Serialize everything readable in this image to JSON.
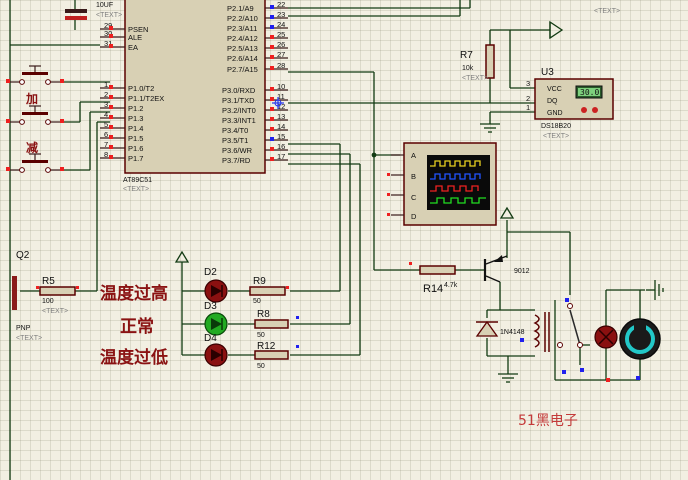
{
  "mcu": {
    "name": "AT89C51",
    "placeholder": "<TEXT>",
    "left_pins": [
      {
        "num": "29",
        "label": "PSEN"
      },
      {
        "num": "30",
        "label": "ALE"
      },
      {
        "num": "31",
        "label": "EA"
      },
      {
        "num": "1",
        "label": "P1.0/T2"
      },
      {
        "num": "2",
        "label": "P1.1/T2EX"
      },
      {
        "num": "3",
        "label": "P1.2"
      },
      {
        "num": "4",
        "label": "P1.3"
      },
      {
        "num": "5",
        "label": "P1.4"
      },
      {
        "num": "6",
        "label": "P1.5"
      },
      {
        "num": "7",
        "label": "P1.6"
      },
      {
        "num": "8",
        "label": "P1.7"
      }
    ],
    "right_pins_top": [
      {
        "num": "22",
        "label": "P2.1/A9"
      },
      {
        "num": "23",
        "label": "P2.2/A10"
      },
      {
        "num": "24",
        "label": "P2.3/A11"
      },
      {
        "num": "25",
        "label": "P2.4/A12"
      },
      {
        "num": "26",
        "label": "P2.5/A13"
      },
      {
        "num": "27",
        "label": "P2.6/A14"
      },
      {
        "num": "28",
        "label": "P2.7/A15"
      }
    ],
    "right_pins_bottom": [
      {
        "num": "10",
        "label": "P3.0/RXD"
      },
      {
        "num": "11",
        "label": "P3.1/TXD"
      },
      {
        "num": "12",
        "label": "P3.2/INT0"
      },
      {
        "num": "13",
        "label": "P3.3/INT1"
      },
      {
        "num": "14",
        "label": "P3.4/T0"
      },
      {
        "num": "15",
        "label": "P3.5/T1"
      },
      {
        "num": "16",
        "label": "P3.6/WR"
      },
      {
        "num": "17",
        "label": "P3.7/RD"
      }
    ]
  },
  "capacitor": {
    "value": "10UF",
    "placeholder": "<TEXT>"
  },
  "buttons": {
    "add": "加",
    "sub": "减"
  },
  "q2": {
    "name": "Q2",
    "type": "PNP",
    "placeholder": "<TEXT>"
  },
  "r5": {
    "name": "R5",
    "value": "100",
    "placeholder": "<TEXT>"
  },
  "r7": {
    "name": "R7",
    "value": "10k",
    "placeholder": "<TEXT>"
  },
  "u3": {
    "name": "U3",
    "part": "DS18B20",
    "placeholder": "<TEXT>",
    "pins": [
      {
        "num": "3",
        "label": "VCC"
      },
      {
        "num": "2",
        "label": "DQ"
      },
      {
        "num": "1",
        "label": "GND"
      }
    ],
    "display": "30.0"
  },
  "scope": {
    "channels": [
      "A",
      "B",
      "C",
      "D"
    ]
  },
  "leds": [
    {
      "name": "D2",
      "text": "温度过高",
      "resistor": "R9",
      "rvalue": "50",
      "color": "#cc1a1a"
    },
    {
      "name": "D3",
      "text": "正常",
      "resistor": "R8",
      "rvalue": "50",
      "color": "#22aa22"
    },
    {
      "name": "D4",
      "text": "温度过低",
      "resistor": "R12",
      "rvalue": "50",
      "color": "#cc1a1a"
    }
  ],
  "r14": {
    "name": "R14",
    "value": "4.7k"
  },
  "q_driver": {
    "part": "9012"
  },
  "diode": {
    "part": "1N4148"
  },
  "top_right_placeholder": "<TEXT>",
  "watermark": "51黑电子",
  "colors": {
    "wire": "#123a12",
    "outline": "#5a0000",
    "pin_red": "#ee2020",
    "pin_blue": "#2020ee",
    "body": "#d8d0b4"
  }
}
